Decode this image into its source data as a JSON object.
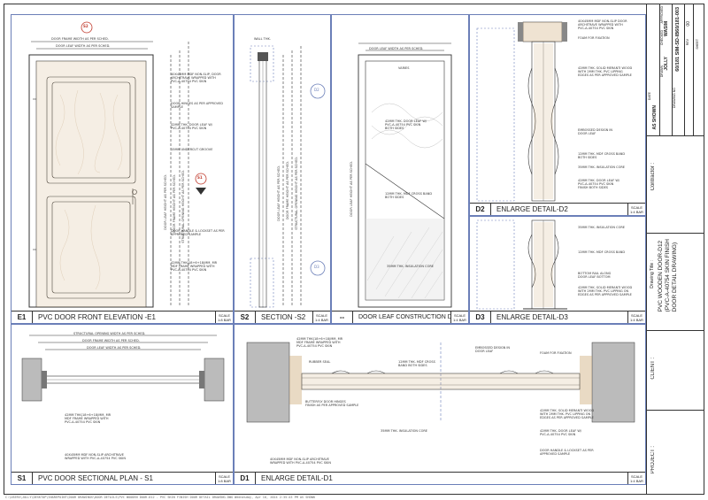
{
  "panels": {
    "e1": {
      "code": "E1",
      "title": "PVC DOOR FRONT ELEVATION -E1",
      "scale": "SCALE\n1:8 BAR"
    },
    "s2": {
      "code": "S2",
      "title": "SECTION -S2",
      "scale": "SCALE\n1:4 BAR"
    },
    "leaf": {
      "code": "--",
      "title": "DOOR LEAF CONSTRUCTION DETAILS",
      "scale": "SCALE\n1:4 BAR"
    },
    "d3": {
      "code": "D3",
      "title": "ENLARGE DETAIL-D3",
      "scale": "SCALE\n1:4 BAR"
    },
    "d2": {
      "code": "D2",
      "title": "ENLARGE DETAIL-D2",
      "scale": "SCALE\n1:4 BAR"
    },
    "s1": {
      "code": "S1",
      "title": "PVC DOOR SECTIONAL PLAN - S1",
      "scale": "SCALE\n1:8 BAR"
    },
    "d1": {
      "code": "D1",
      "title": "ENLARGE DETAIL-D1",
      "scale": "SCALE\n1:4 BAR"
    }
  },
  "annotations": {
    "e1_top1": "DOOR FRAME WIDTH AS PER SCHED.",
    "e1_top2": "DOOR LEAF WIDTH AS PER SCHED.",
    "e1_n1": "40X45MM MDF NON-SLIP, DOOR\nARCHITRAVE WRAPPED WITH\nPVC-A-40754 PVC SKIN",
    "e1_n2": "DOOR HINGES AS PER APPROVED\nSAMPLE",
    "e1_n3": "42MM THK. DOOR LEAF W/\nPVC-A-40754 PVC SKIN",
    "e1_n4": "15MM UNDERCUT GROOVE",
    "e1_n5": "DOOR HANDLE & LOCKSET AS PER\nAPPROVED SAMPLE",
    "e1_n6": "42MM THK(18+6+18)MM, MR\nMDF FRAME WRAPPED WITH\nPVC-A-40754 PVC SKIN",
    "e1_v1": "DOOR LEAF HEIGHT AS PER SCHED.",
    "e1_v2": "DOOR FRAME HEIGHT AS PER SCHED.",
    "e1_v3": "STRUCTURAL OPENING HEIGHT AS PER SCHED.",
    "s2_top": "WALL THK.",
    "s2_v1": "DOOR LEAF HEIGHT AS PER SCHED.",
    "s2_v2": "DOOR FRAME HEIGHT AS PER SCHED.",
    "s2_v3": "STRUCTURAL OPENING HEIGHT AS PER SCHED.",
    "leaf_top": "DOOR LEAF WIDTH AS PER SCHED.",
    "leaf_varies": "VARIES",
    "leaf_n1": "42MM THK. DOOR LEAF W/\nPVC-A-40754 PVC SKIN\nBOTH SIDES",
    "leaf_n2": "12MM THK. MDF CROSS BAND\nBOTH SIDES",
    "leaf_n3": "35MM THK. INSULATION CORE",
    "leaf_v": "DOOR LEAF HEIGHT AS PER SCHED.",
    "d2_n1": "40X45MM MDF NON-SLIP DOOR\nARCHITRAVE WRAPPED WITH\nPVC-A-40754 PVC SKIN",
    "d2_n2": "FOAM FOR FIXATION",
    "d2_n3": "42MM THK. SOLID MERANTI WOOD\nWITH 2MM THK. PVC LIPPING\nEDGES AS PER APPROVED SAMPLE",
    "d2_n4": "EMBOSSED DESIGN IN\nDOOR LEAF",
    "d2_n5": "12MM THK. MDF CROSS BAND\nBOTH SIDES",
    "d2_n6": "35MM THK. INSULATION CORE",
    "d2_n7": "42MM THK. DOOR LEAF W/\nPVC-A-40754 PVC SKIN\nFINISH BOTH SIDES",
    "d3_n1": "35MM THK. INSULATION CORE",
    "d3_n2": "12MM THK. MDF CROSS BAND",
    "d3_n3": "BOTTOM RAIL ALONG\nDOOR LEAF BOTTOM",
    "d3_n4": "42MM THK. SOLID MERANTI WOOD\nWITH 2MM THK. PVC LIPPING ON\nEDGES AS PER APPROVED SAMPLE",
    "s1_top1": "STRUCTURAL OPENING WIDTH AS PER SCHED.",
    "s1_top2": "DOOR FRAME WIDTH AS PER SCHED.",
    "s1_top3": "DOOR LEAF WIDTH AS PER SCHED.",
    "s1_n1": "42MM THK(18+6+18)MM, MR\nMDF FRAME WRAPPED WITH\nPVC-A-40754 PVC SKIN",
    "s1_n2": "40X45MM MDF NON-SLIP ARCHITRAVE\nWRAPPED WITH PVC-A-40754 PVC SKIN",
    "d1_n1": "42MM THK(18+6+18)MM, MR\nMDF FRAME WRAPPED WITH\nPVC-A-40754 PVC SKIN",
    "d1_n2": "RUBBER SEAL",
    "d1_n3": "12MM THK. MDF CROSS\nBAND BOTH SIDES",
    "d1_n4": "BUTTERFLY DOOR HINGES\nFINISH AS PER APPROVED SAMPLE",
    "d1_n5": "35MM THK. INSULATION CORE",
    "d1_n6": "40X45MM MDF NON-SLIP ARCHITRAVE\nWRAPPED WITH PVC-A-40754 PVC SKIN",
    "d1_n7": "EMBOSSED DESIGN IN\nDOOR LEAF",
    "d1_n8": "FOAM FOR FIXATION",
    "d1_n9": "42MM THK. SOLID MERANTI WOOD\nWITH 2MM THK. PVC LIPPING ON\nEDGES AS PER APPROVED SAMPLE",
    "d1_n10": "42MM THK. DOOR LEAF W/\nPVC-A-40754 PVC SKIN",
    "d1_n11": "DOOR HANDLE & LOCKSET AS PER\nAPPROVED SAMPLE"
  },
  "callouts": {
    "e1_s2": "S2",
    "e1_s1": "S1",
    "s2_d2": "D2",
    "s2_d3": "D3",
    "e1_tag": "E1"
  },
  "title_block": {
    "date_label": "DATE",
    "drawn_label": "DRAWN",
    "checked_label": "CHECKED",
    "approved_label": "APPROVED",
    "rev_label": "REV",
    "date_value": "AS SHOWN",
    "drawn_value": "JOLLY",
    "checked_value": "WASIM",
    "drawing_no_label": "DRAWING NO",
    "drawing_no": "60/181  SIM-SD-IB60/181-003",
    "rev_value": "00",
    "sheet_label": "SHEET",
    "contractor_label": "Contractor :",
    "drawing_title_label": "Drawing Title :",
    "drawing_title": "PVC WOODEN DOOR-D12\n(PVC-A-40754 SKIN FINISH\nDOOR DETAIL DRAWING)",
    "client_label": "CLIENT :",
    "project_label": "PROJECT :"
  },
  "footer": "C:\\USERS\\JOLLY\\DESKTOP\\SHAREPOINT\\DOOR DRAWINGS\\DOOR DETAILS\\PVC WOODEN DOOR-D12 - PVC SKIN FINISH DOOR DETAIL DRAWING.DWG   Wednesday, Apr 10, 2024  2:35:43 PM  AS SHOWN",
  "colors": {
    "frame_line": "#333333",
    "panel_border": "#6b7fb8",
    "wood": "#c9a36b",
    "callout": "#c0392b"
  }
}
